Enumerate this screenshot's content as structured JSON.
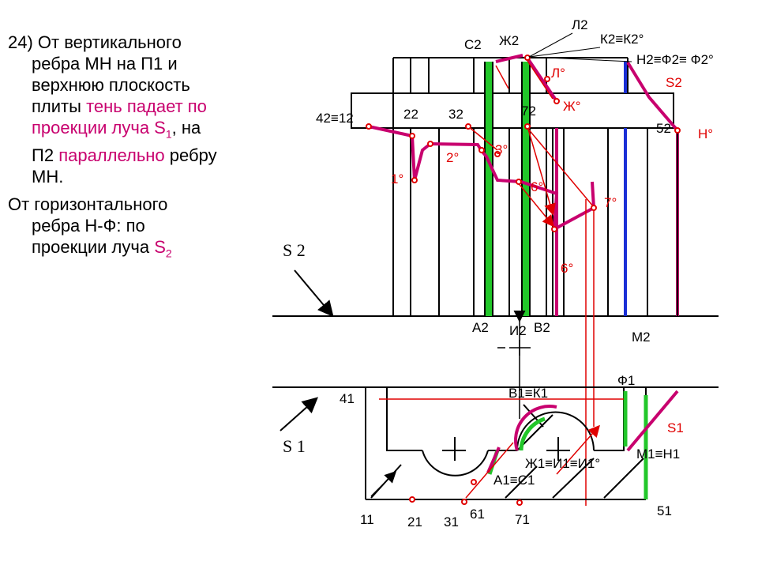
{
  "text": {
    "p1_a": "24) От вертикального",
    "p1_b": "ребра МН на П1 и",
    "p1_c": "верхнюю плоскость",
    "p1_d": "плиты",
    "p1_e": "тень падает по",
    "p1_f": "проекции луча S",
    "p1_f_sub": "1",
    "p1_g": ", на",
    "p1_h": "П2",
    "p1_i": "параллельно",
    "p1_j": "ребру",
    "p1_k": "МН.",
    "p2_a": "От горизонтального",
    "p2_b": "ребра Н-Ф:  по",
    "p2_c": "проекции луча",
    "p2_d": "S",
    "p2_d_sub": "2"
  },
  "labels": {
    "l2": "Л2",
    "zh2": "Ж2",
    "c2": "С2",
    "k2k2": "К2≡К2°",
    "n2f2f2": "Н2≡Ф2≡ Ф2°",
    "s2": "S2",
    "l_deg": "Л°",
    "zh_deg": "Ж°",
    "p4_2": "42≡12",
    "p2_2": "22",
    "p3_2": "32",
    "p7_2": "72",
    "p5_2": "52",
    "n_deg": "Н°",
    "p3_deg": "3°",
    "p2_deg": "2°",
    "p1_deg": "1°",
    "p6_deg_a": "6°",
    "p7_deg": "7°",
    "p6_deg_b": "6°",
    "s2_left": "S 2",
    "a2": "А2",
    "i2": "И2",
    "v2": "В2",
    "m2": "М2",
    "p4_1": "41",
    "v1k1": "В1≡К1",
    "f1": "Ф1",
    "s1": "S1",
    "s1_left": "S 1",
    "m1n1": "М1≡Н1",
    "zh1i1i1": "Ж1≡И1≡И1°",
    "a1c1": "А1≡С1",
    "p1_1": "11",
    "p2_1": "21",
    "p3_1": "31",
    "p6_1": "61",
    "p7_1": "71",
    "p5_1": "51"
  },
  "colors": {
    "magenta": "#c8006e",
    "green": "#22c72a",
    "blue": "#1a2fd6",
    "red": "#e00000",
    "black": "#000000"
  }
}
